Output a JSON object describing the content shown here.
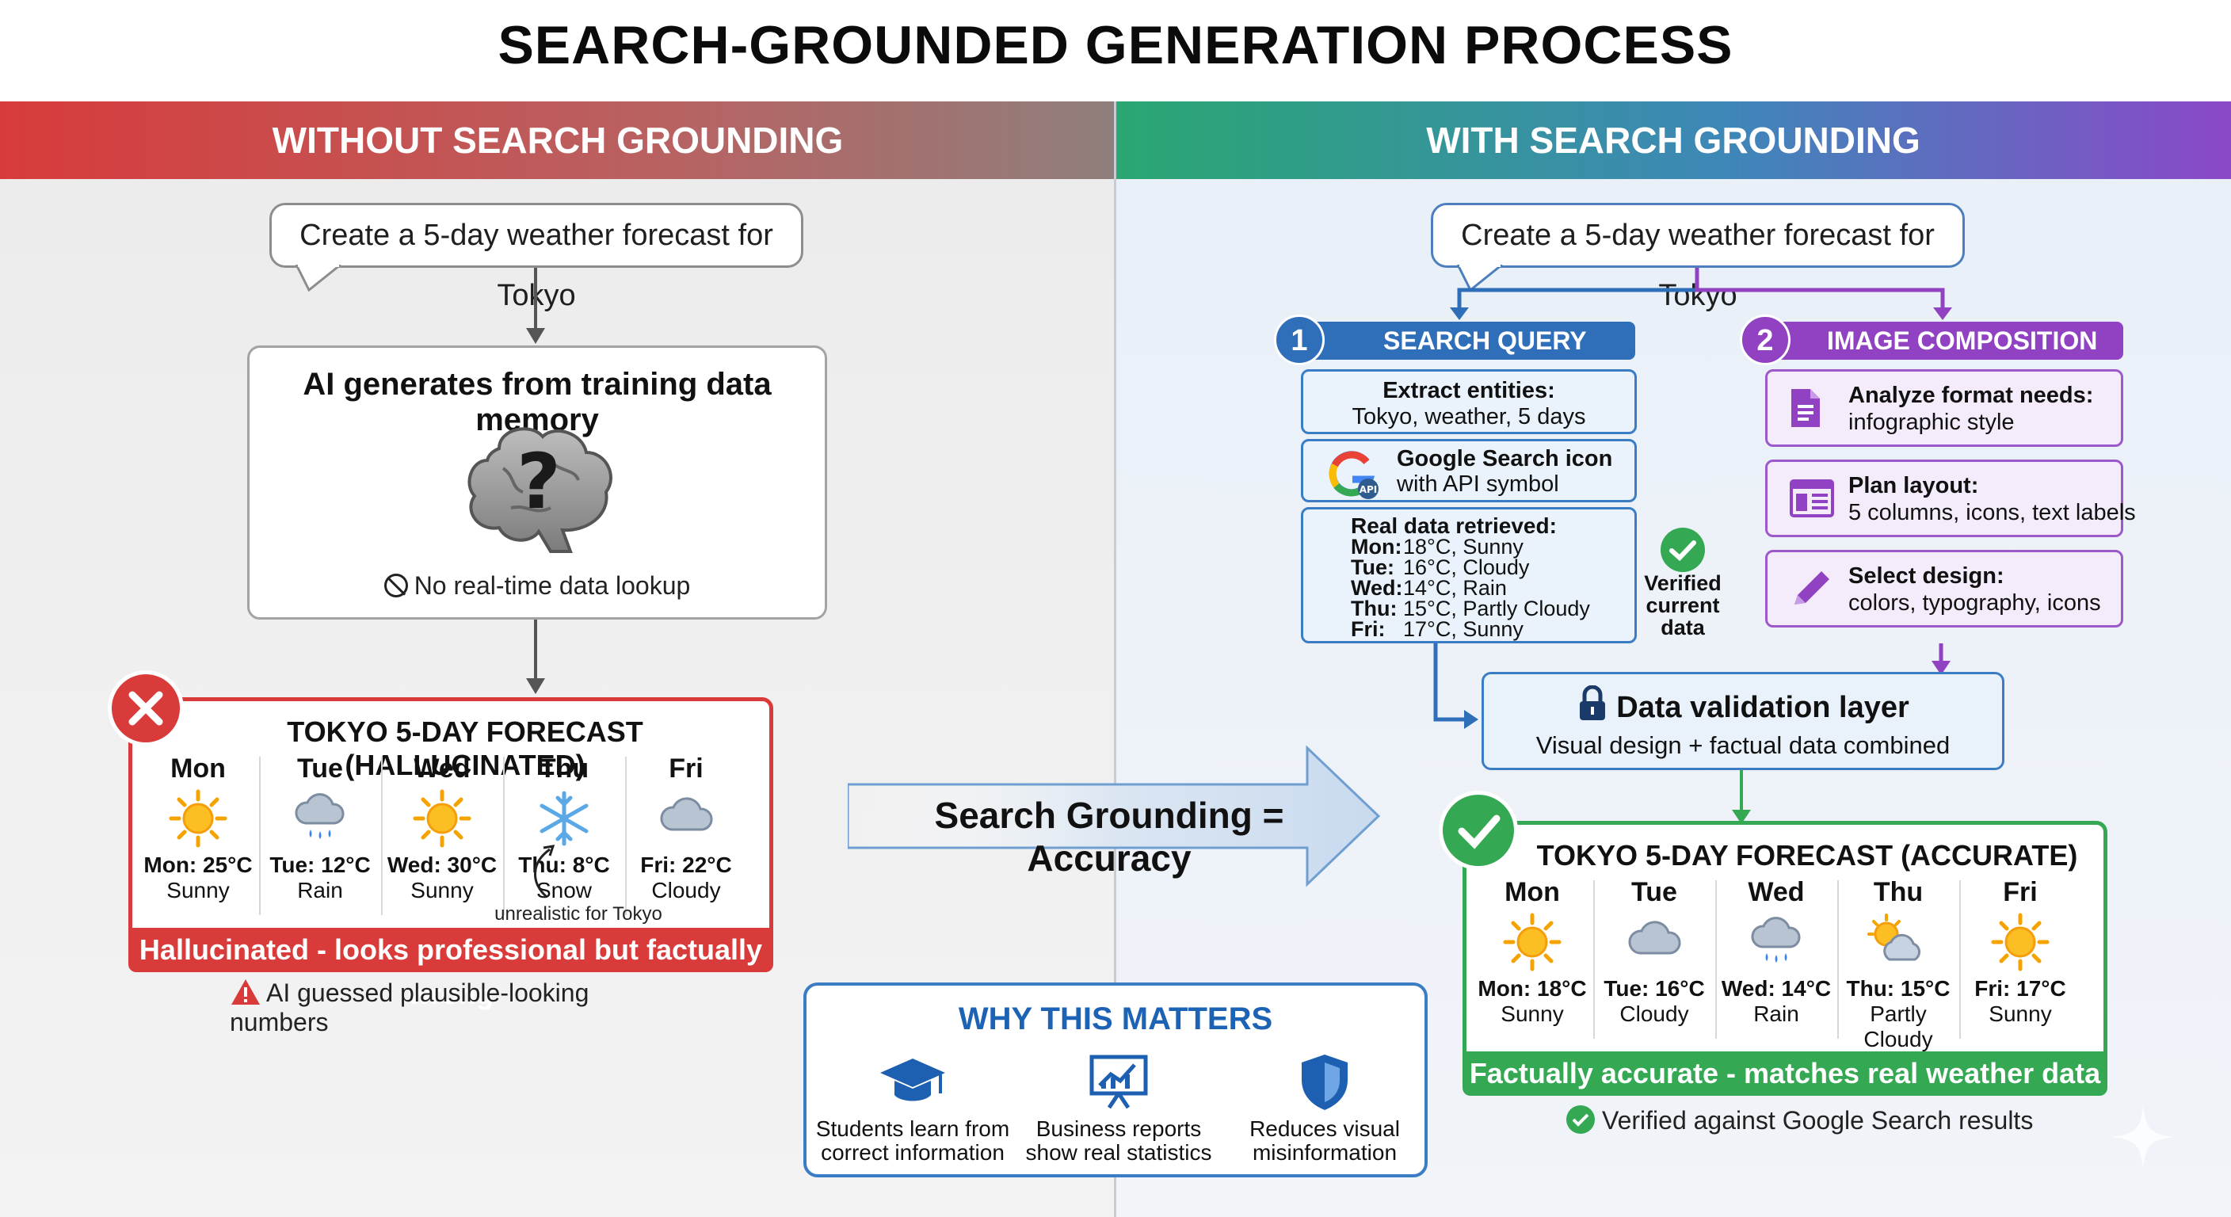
{
  "title": "SEARCH-GROUNDED GENERATION PROCESS",
  "left": {
    "header": "WITHOUT SEARCH GROUNDING",
    "prompt": "Create a 5-day weather forecast for Tokyo",
    "ai_title": "AI generates from training data memory",
    "ai_note": "No real-time data lookup",
    "forecast": {
      "title": "TOKYO 5-DAY FORECAST (HALLUCINATED)",
      "days": [
        {
          "day": "Mon",
          "temp": "Mon: 25°C",
          "cond": "Sunny",
          "icon": "sun-icon"
        },
        {
          "day": "Tue",
          "temp": "Tue: 12°C",
          "cond": "Rain",
          "icon": "rain-cloud-icon"
        },
        {
          "day": "Wed",
          "temp": "Wed: 30°C",
          "cond": "Sunny",
          "icon": "sun-icon"
        },
        {
          "day": "Thu",
          "temp": "Thu: 8°C",
          "cond": "Snow",
          "icon": "snowflake-icon"
        },
        {
          "day": "Fri",
          "temp": "Fri: 22°C",
          "cond": "Cloudy",
          "icon": "cloud-icon"
        }
      ],
      "annotation": "unrealistic for Tokyo",
      "bar": "Hallucinated - looks professional but factually wrong"
    },
    "warning": "AI guessed plausible-looking numbers"
  },
  "center": {
    "arrow_label": "Search Grounding = Accuracy",
    "why": {
      "title": "WHY THIS MATTERS",
      "items": [
        {
          "icon": "graduation-cap-icon",
          "line1": "Students learn from",
          "line2": "correct information"
        },
        {
          "icon": "presentation-chart-icon",
          "line1": "Business reports",
          "line2": "show real statistics"
        },
        {
          "icon": "shield-icon",
          "line1": "Reduces visual",
          "line2": "misinformation"
        }
      ]
    }
  },
  "right": {
    "header": "WITH SEARCH GROUNDING",
    "prompt": "Create a 5-day weather forecast for Tokyo",
    "step1": {
      "num": "1",
      "label": "SEARCH QUERY",
      "extract_title": "Extract entities:",
      "extract_value": "Tokyo, weather, 5 days",
      "google_line1": "Google Search icon",
      "google_line2": "with API symbol",
      "api_badge": "API",
      "retrieved_title": "Real data retrieved:",
      "retrieved": [
        {
          "k": "Mon:",
          "v": "18°C, Sunny"
        },
        {
          "k": "Tue:",
          "v": "16°C, Cloudy"
        },
        {
          "k": "Wed:",
          "v": "14°C, Rain"
        },
        {
          "k": "Thu:",
          "v": "15°C, Partly Cloudy"
        },
        {
          "k": "Fri:",
          "v": "17°C, Sunny"
        }
      ],
      "verified": [
        "Verified",
        "current",
        "data"
      ]
    },
    "step2": {
      "num": "2",
      "label": "IMAGE COMPOSITION",
      "items": [
        {
          "icon": "document-icon",
          "title": "Analyze format needs:",
          "value": "infographic style"
        },
        {
          "icon": "layout-icon",
          "title": "Plan layout:",
          "value": "5 columns, icons, text labels"
        },
        {
          "icon": "pencil-icon",
          "title": "Select design:",
          "value": "colors, typography, icons"
        }
      ]
    },
    "validation": {
      "title": "Data validation layer",
      "subtitle": "Visual design + factual data combined"
    },
    "forecast": {
      "title": "TOKYO 5-DAY FORECAST (ACCURATE)",
      "days": [
        {
          "day": "Mon",
          "temp": "Mon: 18°C",
          "cond": "Sunny",
          "icon": "sun-icon"
        },
        {
          "day": "Tue",
          "temp": "Tue: 16°C",
          "cond": "Cloudy",
          "icon": "cloud-icon"
        },
        {
          "day": "Wed",
          "temp": "Wed: 14°C",
          "cond": "Rain",
          "icon": "rain-cloud-icon"
        },
        {
          "day": "Thu",
          "temp": "Thu: 15°C",
          "cond": "Partly Cloudy",
          "icon": "partly-cloudy-icon"
        },
        {
          "day": "Fri",
          "temp": "Fri: 17°C",
          "cond": "Sunny",
          "icon": "sun-icon"
        }
      ],
      "bar": "Factually accurate - matches real weather data"
    },
    "verified_note": "Verified against Google Search results"
  }
}
